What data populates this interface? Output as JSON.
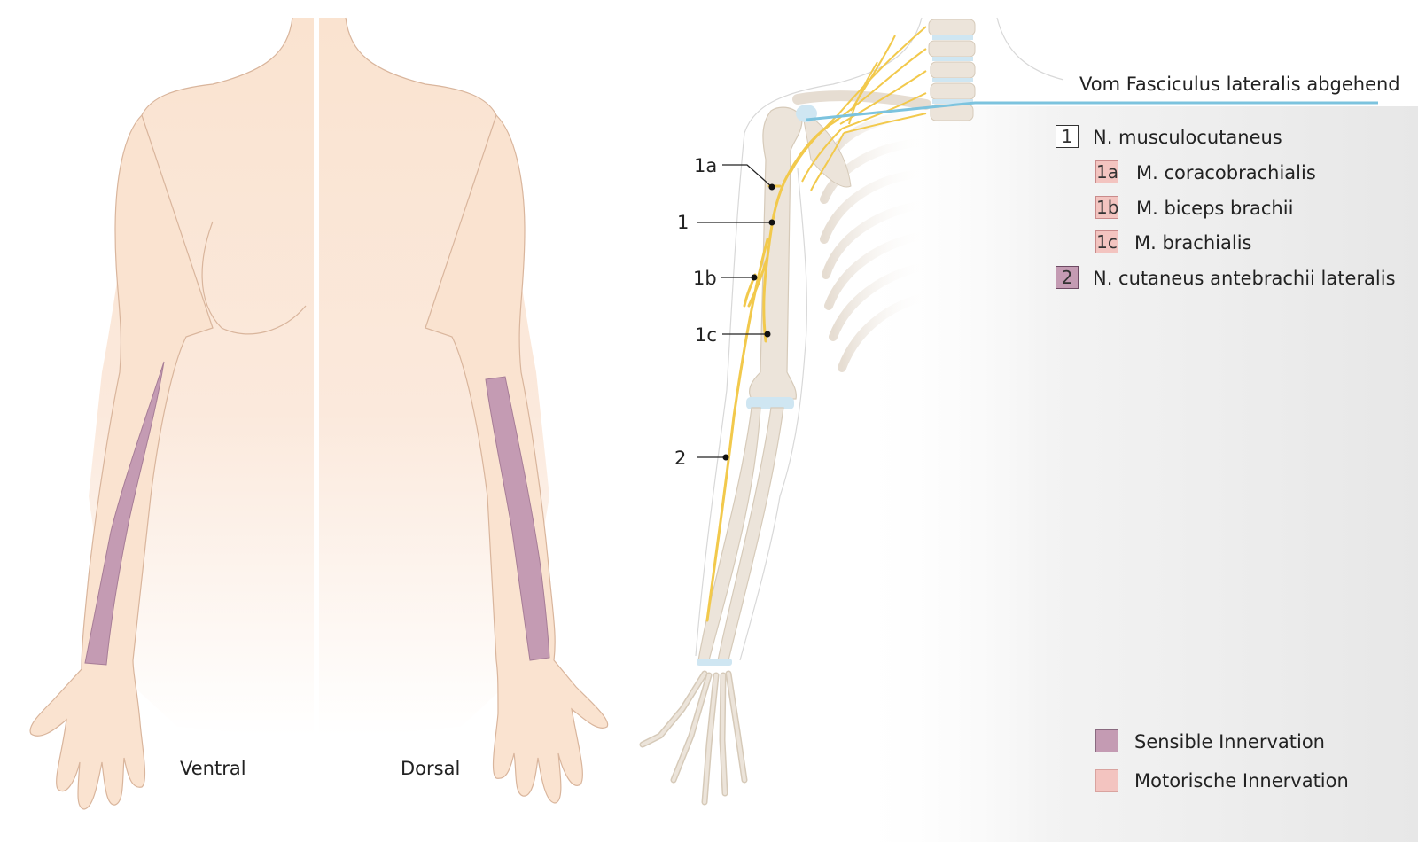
{
  "views": {
    "ventral": "Ventral",
    "dorsal": "Dorsal"
  },
  "header": {
    "title": "Vom Fasciculus lateralis abgehend"
  },
  "nerve_list": [
    {
      "key": "1",
      "label": "N. musculocutaneus",
      "kind": "box"
    },
    {
      "key": "1a",
      "label": "M. coracobrachialis",
      "kind": "motor"
    },
    {
      "key": "1b",
      "label": "M. biceps brachii",
      "kind": "motor"
    },
    {
      "key": "1c",
      "label": "M. brachialis",
      "kind": "motor"
    },
    {
      "key": "2",
      "label": "N. cutaneus antebrachii lateralis",
      "kind": "sensory"
    }
  ],
  "callouts": [
    "1a",
    "1",
    "1b",
    "1c",
    "2"
  ],
  "legend": {
    "sensory": "Sensible Innervation",
    "motor": "Motorische Innervation"
  },
  "colors": {
    "skin": "#fae3d0",
    "skin_outline": "#d9b59c",
    "sensory": "#c49bb3",
    "motor": "#f3c4c0",
    "nerve": "#f2c94c",
    "bone": "#ece4da",
    "leader_line": "#7cc3de"
  }
}
